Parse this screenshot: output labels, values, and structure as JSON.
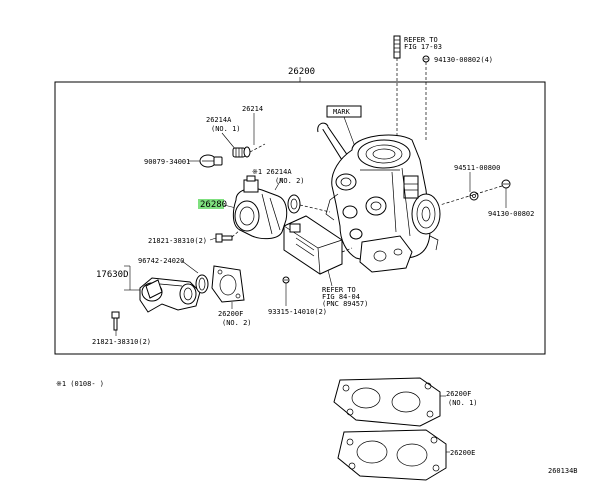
{
  "labels": {
    "assembly": "26200",
    "refer_fig_17": "REFER TO\nFIG 17-03",
    "p94130_00802_4": "94130-00802(4)",
    "mark": "MARK",
    "p26214": "26214",
    "p26214a": "26214A",
    "no1_a": "(NO. 1)",
    "p90079": "90079-34001",
    "star_26214a": "※1 26214A",
    "no2_a": "(NO. 2)",
    "p94511": "94511-00800",
    "p26280": "26280",
    "p94130_00802": "94130-00802",
    "p21821_2": "21821-38310(2)",
    "p96742": "96742-24020",
    "p17630d": "17630D",
    "p26200f": "26200F",
    "no2_b": "(NO. 2)",
    "refer_fig_84": "REFER TO\nFIG 84-04\n(PNC 89457)",
    "p93315": "93315-14010(2)",
    "p21821_2b": "21821-38310(2)",
    "footnote": "※1 (0108-    )",
    "p26200f_no1": "26200F",
    "no1_b": "(NO. 1)",
    "p26200e": "26200E",
    "fig_code": "260134B"
  },
  "colors": {
    "highlight": "#7fe07f",
    "ink": "#000000"
  }
}
